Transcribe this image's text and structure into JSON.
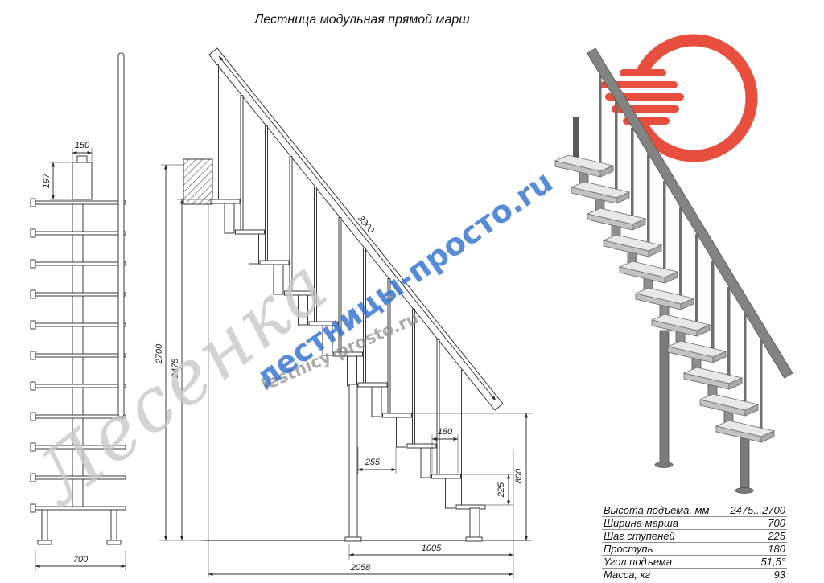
{
  "title": "Лестница модульная прямой марш",
  "watermarks": {
    "brand_large": "Лесенка",
    "site_blue": "лестницы-просто.ru",
    "site_gray": "lestnicy-prosto.ru"
  },
  "front_view": {
    "dims": {
      "plate_width": "150",
      "plate_height": "197",
      "march_width": "700"
    }
  },
  "side_view": {
    "dims": {
      "rail_length": "3300",
      "height_max": "2700",
      "height_min": "2475",
      "tread_depth": "180",
      "module_length": "255",
      "support_height": "800",
      "step_rise": "225",
      "support_run": "1005",
      "total_run": "2058"
    }
  },
  "specs": {
    "rows": [
      {
        "label": "Высота подъема, мм",
        "value": "2475...2700"
      },
      {
        "label": "Ширина марша",
        "value": "700"
      },
      {
        "label": "Шаг ступеней",
        "value": "225"
      },
      {
        "label": "Проступь",
        "value": "180"
      },
      {
        "label": "Угол подъема",
        "value": "51,5°"
      },
      {
        "label": "Масса, кг",
        "value": "93"
      }
    ]
  },
  "colors": {
    "line": "#3a3a3a",
    "watermark_gray": "#c7c7c7",
    "watermark_blue": "#2e6fd0",
    "logo_red": "#e6402e"
  }
}
